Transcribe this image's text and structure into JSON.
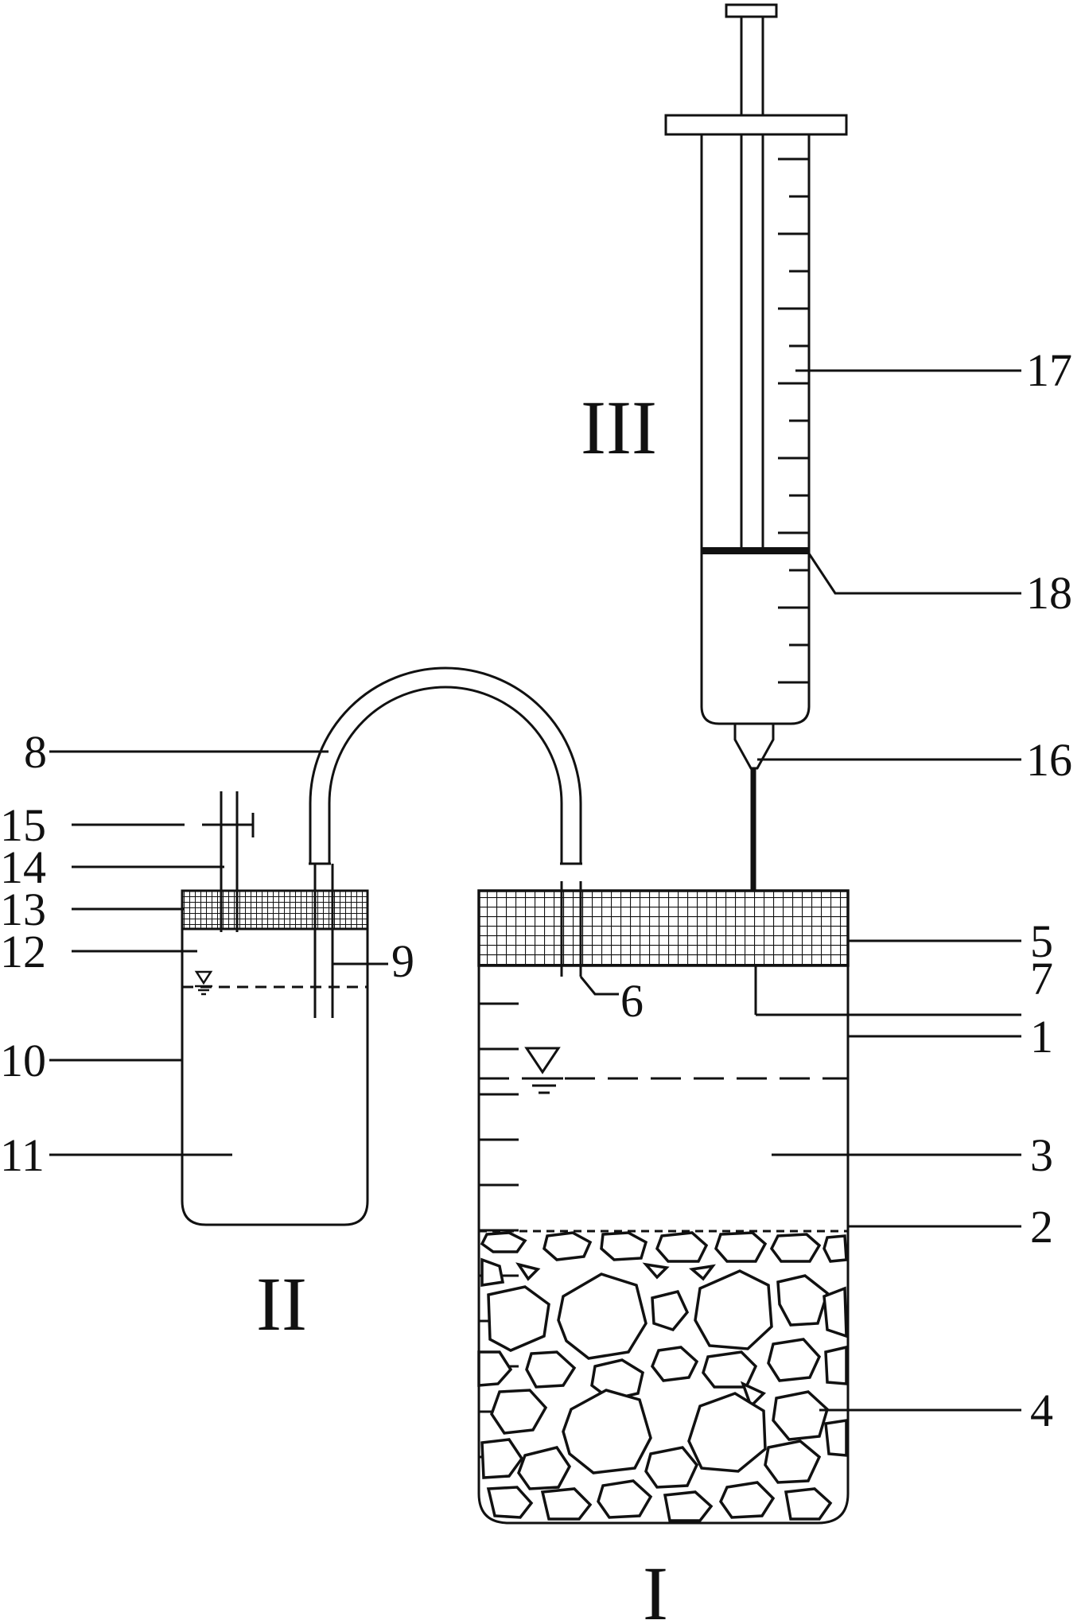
{
  "labels": {
    "n1": "1",
    "n2": "2",
    "n3": "3",
    "n4": "4",
    "n5": "5",
    "n6": "6",
    "n7": "7",
    "n8": "8",
    "n9": "9",
    "n10": "10",
    "n11": "11",
    "n12": "12",
    "n13": "13",
    "n14": "14",
    "n15": "15",
    "n16": "16",
    "n17": "17",
    "n18": "18"
  },
  "units": {
    "unit_1": "I",
    "unit_2": "II",
    "unit_3": "III"
  },
  "colors": {
    "line": "#111111",
    "background": "#ffffff"
  }
}
